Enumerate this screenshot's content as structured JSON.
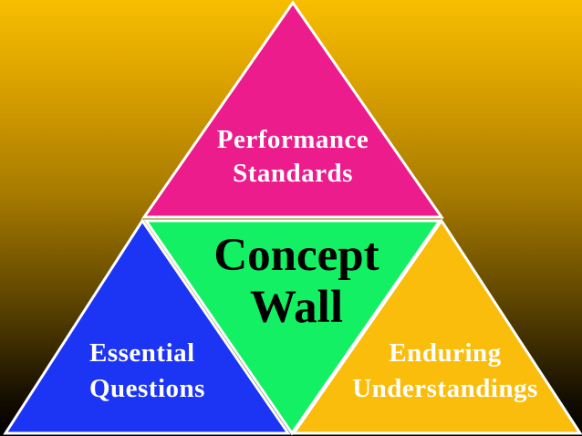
{
  "diagram": {
    "segments": [
      {
        "name": "top",
        "lines": [
          "Performance",
          "Standards"
        ],
        "color": "#ec1c8c"
      },
      {
        "name": "left",
        "lines": [
          "Essential",
          "Questions"
        ],
        "color": "#1c35f5"
      },
      {
        "name": "center",
        "lines": [
          "Concept",
          "Wall"
        ],
        "color": "#14f064"
      },
      {
        "name": "right",
        "lines": [
          "Enduring",
          "Understandings"
        ],
        "color": "#fbbd0c"
      }
    ],
    "outline_color": "#ffffff"
  }
}
